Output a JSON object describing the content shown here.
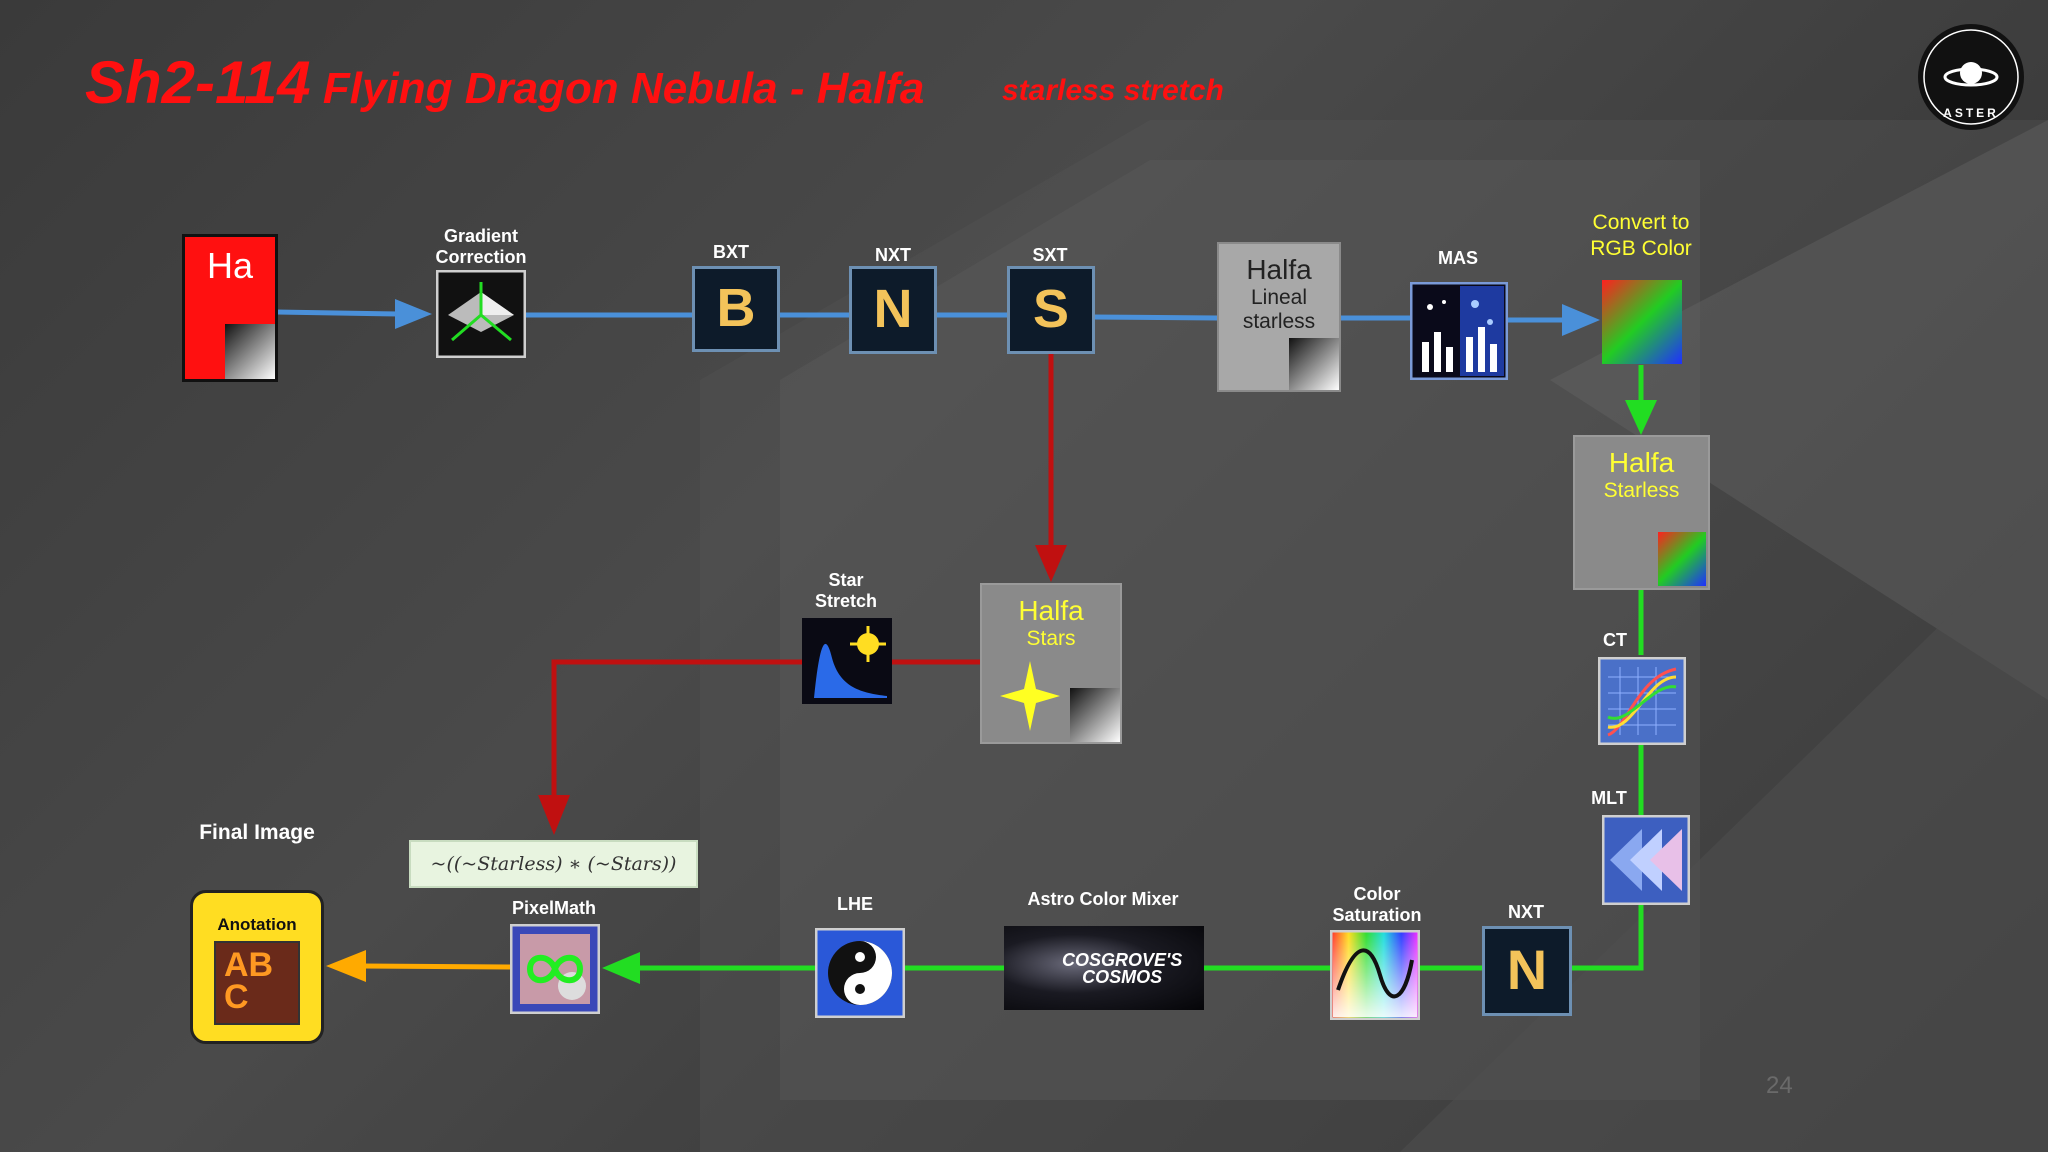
{
  "title": {
    "main_code": "Sh2-114",
    "main_name": " Flying Dragon Nebula - Halfa",
    "subtitle": "starless stretch"
  },
  "logo": {
    "text": "ASTER"
  },
  "page_number": "24",
  "nodes": {
    "ha": {
      "label": "Ha"
    },
    "gradient": {
      "label": "Gradient\nCorrection"
    },
    "bxt": {
      "label": "BXT",
      "letter": "B"
    },
    "nxt1": {
      "label": "NXT",
      "letter": "N"
    },
    "sxt": {
      "label": "SXT",
      "letter": "S"
    },
    "halfa_lineal": {
      "line1": "Halfa",
      "line2": "Lineal",
      "line3": "starless"
    },
    "mas": {
      "label": "MAS"
    },
    "convert_rgb": {
      "label": "Convert to\nRGB Color"
    },
    "halfa_starless": {
      "line1": "Halfa",
      "line2": "Starless"
    },
    "ct": {
      "label": "CT"
    },
    "mlt": {
      "label": "MLT"
    },
    "nxt2": {
      "label": "NXT",
      "letter": "N"
    },
    "color_saturation": {
      "label": "Color\nSaturation"
    },
    "astro_color_mixer": {
      "label": "Astro Color Mixer",
      "image_text": "COSGROVE'S\nCOSMOS"
    },
    "lhe": {
      "label": "LHE"
    },
    "pixelmath": {
      "label": "PixelMath",
      "formula": "~((~Starless) ∗ (~Stars))"
    },
    "final_image": {
      "label": "Final Image"
    },
    "anotation": {
      "label": "Anotation",
      "letters": "AB\nC"
    },
    "star_stretch": {
      "label": "Star\nStretch"
    },
    "halfa_stars": {
      "line1": "Halfa",
      "line2": "Stars"
    }
  },
  "colors": {
    "title_red": "#ff1010",
    "arrow_blue": "#4a90d9",
    "arrow_green": "#22dd22",
    "arrow_red": "#c01010",
    "arrow_orange": "#ffaa00",
    "node_yellow_text": "#ffff33"
  },
  "icons": [
    "gradient-correction-icon",
    "blurxterminator-icon",
    "noisexterminator-icon",
    "starxterminator-icon",
    "mas-icon",
    "rgb-gradient-icon",
    "curves-icon",
    "mlt-icon",
    "saturation-icon",
    "cosmos-image",
    "lhe-icon",
    "pixelmath-icon",
    "annotation-icon",
    "star-stretch-icon"
  ]
}
